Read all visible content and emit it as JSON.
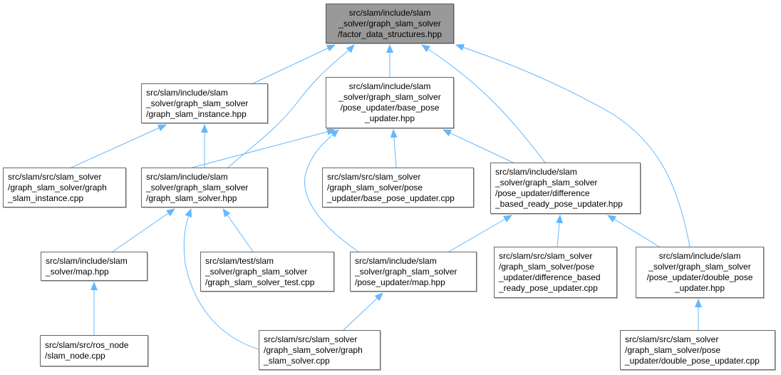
{
  "colors": {
    "edge": "#63b8ff",
    "root_fill": "#999999",
    "node_border": "#666666"
  },
  "nodes": [
    {
      "id": "root",
      "lines": [
        "src/slam/include/slam",
        "_solver/graph_slam_solver",
        "/factor_data_structures.hpp"
      ]
    },
    {
      "id": "graph_slam_instance_hpp",
      "lines": [
        "src/slam/include/slam",
        "_solver/graph_slam_solver",
        "/graph_slam_instance.hpp"
      ]
    },
    {
      "id": "base_pose_updater_hpp",
      "lines": [
        "src/slam/include/slam",
        "_solver/graph_slam_solver",
        "/pose_updater/base_pose",
        "_updater.hpp"
      ]
    },
    {
      "id": "graph_slam_instance_cpp",
      "lines": [
        "src/slam/src/slam_solver",
        "/graph_slam_solver/graph",
        "_slam_instance.cpp"
      ]
    },
    {
      "id": "graph_slam_solver_hpp",
      "lines": [
        "src/slam/include/slam",
        "_solver/graph_slam_solver",
        "/graph_slam_solver.hpp"
      ]
    },
    {
      "id": "base_pose_updater_cpp",
      "lines": [
        "src/slam/src/slam_solver",
        "/graph_slam_solver/pose",
        "_updater/base_pose_updater.cpp"
      ]
    },
    {
      "id": "difference_based_hpp",
      "lines": [
        "src/slam/include/slam",
        "_solver/graph_slam_solver",
        "/pose_updater/difference",
        "_based_ready_pose_updater.hpp"
      ]
    },
    {
      "id": "map_hpp",
      "lines": [
        "src/slam/include/slam",
        "_solver/map.hpp"
      ]
    },
    {
      "id": "graph_slam_solver_test_cpp",
      "lines": [
        "src/slam/test/slam",
        "_solver/graph_slam_solver",
        "/graph_slam_solver_test.cpp"
      ]
    },
    {
      "id": "pose_updater_map_hpp",
      "lines": [
        "src/slam/include/slam",
        "_solver/graph_slam_solver",
        "/pose_updater/map.hpp"
      ]
    },
    {
      "id": "difference_based_cpp",
      "lines": [
        "src/slam/src/slam_solver",
        "/graph_slam_solver/pose",
        "_updater/difference_based",
        "_ready_pose_updater.cpp"
      ]
    },
    {
      "id": "double_pose_updater_hpp",
      "lines": [
        "src/slam/include/slam",
        "_solver/graph_slam_solver",
        "/pose_updater/double_pose",
        "_updater.hpp"
      ]
    },
    {
      "id": "slam_node_cpp",
      "lines": [
        "src/slam/src/ros_node",
        "/slam_node.cpp"
      ]
    },
    {
      "id": "graph_slam_solver_cpp",
      "lines": [
        "src/slam/src/slam_solver",
        "/graph_slam_solver/graph",
        "_slam_solver.cpp"
      ]
    },
    {
      "id": "double_pose_updater_cpp",
      "lines": [
        "src/slam/src/slam_solver",
        "/graph_slam_solver/pose",
        "_updater/double_pose_updater.cpp"
      ]
    }
  ],
  "edges": [
    [
      "graph_slam_instance_hpp",
      "root"
    ],
    [
      "graph_slam_solver_hpp",
      "root"
    ],
    [
      "base_pose_updater_hpp",
      "root"
    ],
    [
      "difference_based_hpp",
      "root"
    ],
    [
      "double_pose_updater_hpp",
      "root"
    ],
    [
      "graph_slam_instance_cpp",
      "graph_slam_instance_hpp"
    ],
    [
      "graph_slam_solver_hpp",
      "graph_slam_instance_hpp"
    ],
    [
      "graph_slam_solver_hpp",
      "base_pose_updater_hpp"
    ],
    [
      "pose_updater_map_hpp",
      "base_pose_updater_hpp"
    ],
    [
      "base_pose_updater_cpp",
      "base_pose_updater_hpp"
    ],
    [
      "difference_based_hpp",
      "base_pose_updater_hpp"
    ],
    [
      "map_hpp",
      "graph_slam_solver_hpp"
    ],
    [
      "graph_slam_solver_test_cpp",
      "graph_slam_solver_hpp"
    ],
    [
      "graph_slam_solver_cpp",
      "graph_slam_solver_hpp"
    ],
    [
      "pose_updater_map_hpp",
      "difference_based_hpp"
    ],
    [
      "difference_based_cpp",
      "difference_based_hpp"
    ],
    [
      "double_pose_updater_hpp",
      "difference_based_hpp"
    ],
    [
      "slam_node_cpp",
      "map_hpp"
    ],
    [
      "graph_slam_solver_cpp",
      "pose_updater_map_hpp"
    ],
    [
      "double_pose_updater_cpp",
      "double_pose_updater_hpp"
    ]
  ]
}
